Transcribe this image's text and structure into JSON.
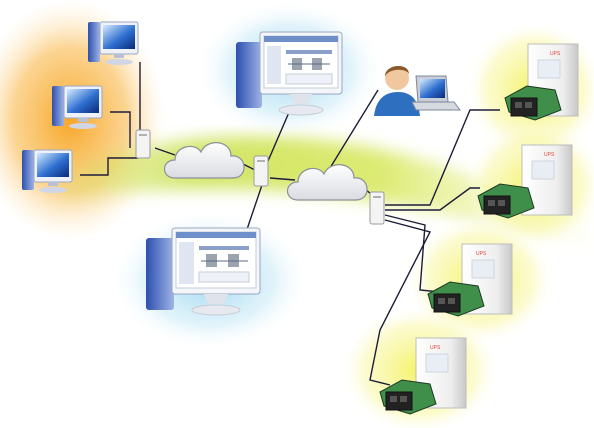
{
  "diagram": {
    "colors": {
      "orange_glow": "#f7a21b",
      "yellow_glow": "#f4f25a",
      "green_band": "#c9e04a",
      "blue_glow": "#8fd2ee",
      "line": "#1d1d3a",
      "ups_red": "#e0443a",
      "card_green": "#3f8f4a"
    },
    "ups_label": "UPS",
    "ups_count": 4,
    "workstation_count": 3,
    "monitor_count": 2,
    "switch_count": 3,
    "cloud_count": 2
  }
}
